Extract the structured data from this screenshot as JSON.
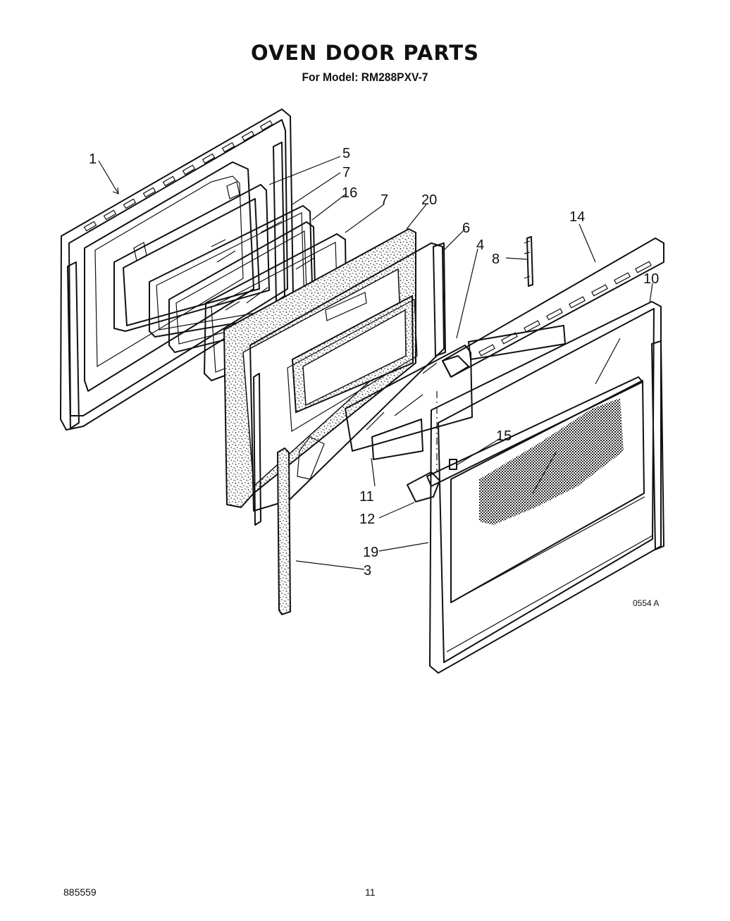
{
  "header": {
    "title": "OVEN DOOR PARTS",
    "subtitle": "For Model: RM288PXV-7"
  },
  "callouts": [
    {
      "id": "c1",
      "text": "1"
    },
    {
      "id": "c5",
      "text": "5"
    },
    {
      "id": "c7a",
      "text": "7"
    },
    {
      "id": "c16",
      "text": "16"
    },
    {
      "id": "c7b",
      "text": "7"
    },
    {
      "id": "c20",
      "text": "20"
    },
    {
      "id": "c6",
      "text": "6"
    },
    {
      "id": "c4",
      "text": "4"
    },
    {
      "id": "c8",
      "text": "8"
    },
    {
      "id": "c14",
      "text": "14"
    },
    {
      "id": "c10",
      "text": "10"
    },
    {
      "id": "c15",
      "text": "15"
    },
    {
      "id": "c11",
      "text": "11"
    },
    {
      "id": "c12",
      "text": "12"
    },
    {
      "id": "c19",
      "text": "19"
    },
    {
      "id": "c3",
      "text": "3"
    }
  ],
  "diagram_ref": "0554 A",
  "footer": {
    "doc_number": "885559",
    "page_number": "11"
  }
}
